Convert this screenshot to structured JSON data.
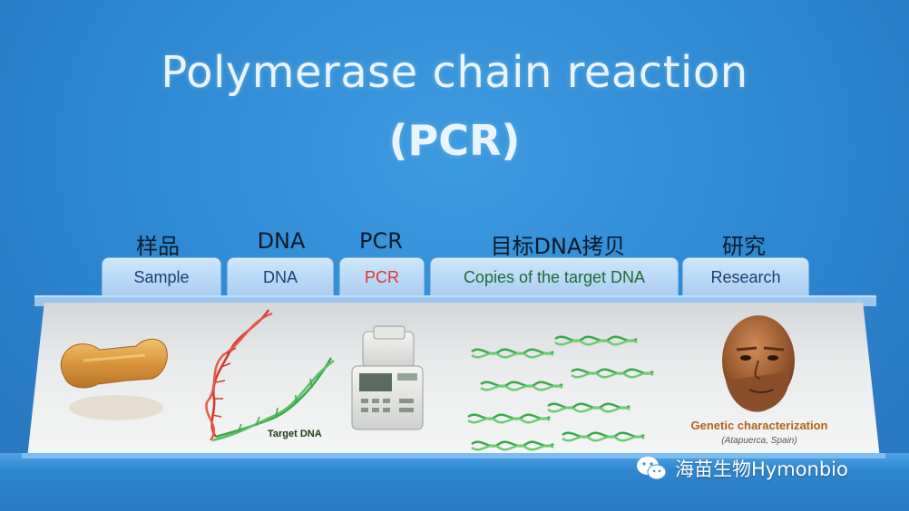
{
  "title": {
    "line1": "Polymerase chain reaction",
    "line2": "(PCR)"
  },
  "steps": [
    {
      "cn": "样品",
      "en": "Sample"
    },
    {
      "cn": "DNA",
      "en": "DNA"
    },
    {
      "cn": "PCR",
      "en": "PCR"
    },
    {
      "cn": "目标DNA拷贝",
      "en": "Copies of the target DNA"
    },
    {
      "cn": "研究",
      "en": "Research"
    }
  ],
  "labels": {
    "target_dna": "Target DNA",
    "genetic": "Genetic characterization",
    "place": "(Atapuerca, Spain)"
  },
  "watermark": {
    "text": "海苗生物Hymonbio",
    "icon": "wechat-icon"
  },
  "colors": {
    "background": "#2f8bd4",
    "tab": "#bcdaf6",
    "pcr_label": "#e0362a",
    "copies_label": "#1d6b33",
    "dna_red": "#d23a2c",
    "dna_green": "#3aa84a",
    "genetic_label": "#b0651a"
  }
}
